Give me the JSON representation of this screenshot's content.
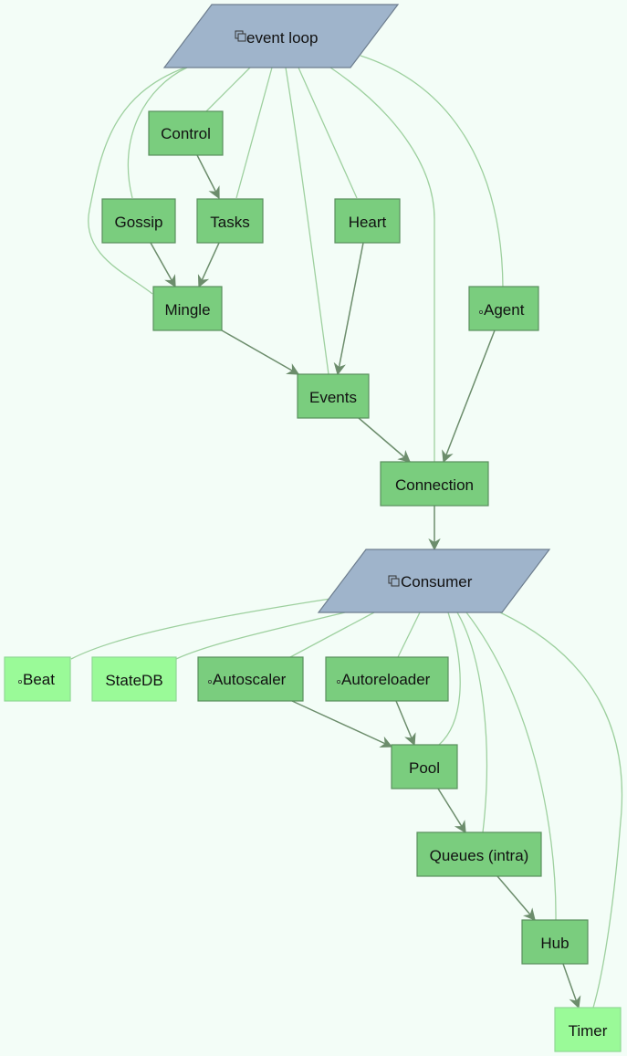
{
  "diagram": {
    "colors": {
      "background": "#f3fdf7",
      "node_fill": "#7acd7e",
      "node_light_fill": "#9afa98",
      "bootstep_fill": "#9fb4cb",
      "strong_edge": "#6c8d6c",
      "weak_edge": "#9ed09f"
    },
    "nodes": {
      "event_loop": {
        "label": "event loop",
        "icon": "stack-icon",
        "shape": "parallelogram"
      },
      "control": {
        "label": "Control"
      },
      "gossip": {
        "label": "Gossip"
      },
      "tasks": {
        "label": "Tasks"
      },
      "heart": {
        "label": "Heart"
      },
      "mingle": {
        "label": "Mingle"
      },
      "agent": {
        "label": "Agent",
        "icon": "circle-icon"
      },
      "events": {
        "label": "Events"
      },
      "connection": {
        "label": "Connection"
      },
      "consumer": {
        "label": "Consumer",
        "icon": "stack-icon",
        "shape": "parallelogram"
      },
      "beat": {
        "label": "Beat",
        "icon": "circle-icon",
        "style": "light"
      },
      "statedb": {
        "label": "StateDB",
        "style": "light"
      },
      "autoscaler": {
        "label": "Autoscaler",
        "icon": "circle-icon"
      },
      "autoreloader": {
        "label": "Autoreloader",
        "icon": "circle-icon"
      },
      "pool": {
        "label": "Pool"
      },
      "queues": {
        "label": "Queues (intra)"
      },
      "hub": {
        "label": "Hub"
      },
      "timer": {
        "label": "Timer",
        "style": "light"
      }
    },
    "edges_strong": [
      [
        "control",
        "tasks"
      ],
      [
        "gossip",
        "mingle"
      ],
      [
        "tasks",
        "mingle"
      ],
      [
        "mingle",
        "events"
      ],
      [
        "heart",
        "events"
      ],
      [
        "events",
        "connection"
      ],
      [
        "agent",
        "connection"
      ],
      [
        "connection",
        "consumer"
      ],
      [
        "autoscaler",
        "pool"
      ],
      [
        "autoreloader",
        "pool"
      ],
      [
        "pool",
        "queues"
      ],
      [
        "queues",
        "hub"
      ],
      [
        "hub",
        "timer"
      ]
    ],
    "edges_weak": [
      [
        "event_loop",
        "control"
      ],
      [
        "event_loop",
        "gossip"
      ],
      [
        "event_loop",
        "tasks"
      ],
      [
        "event_loop",
        "heart"
      ],
      [
        "event_loop",
        "mingle"
      ],
      [
        "event_loop",
        "agent"
      ],
      [
        "event_loop",
        "events"
      ],
      [
        "event_loop",
        "connection"
      ],
      [
        "consumer",
        "beat"
      ],
      [
        "consumer",
        "statedb"
      ],
      [
        "consumer",
        "autoscaler"
      ],
      [
        "consumer",
        "autoreloader"
      ],
      [
        "consumer",
        "pool"
      ],
      [
        "consumer",
        "queues"
      ],
      [
        "consumer",
        "hub"
      ],
      [
        "consumer",
        "timer"
      ]
    ]
  }
}
